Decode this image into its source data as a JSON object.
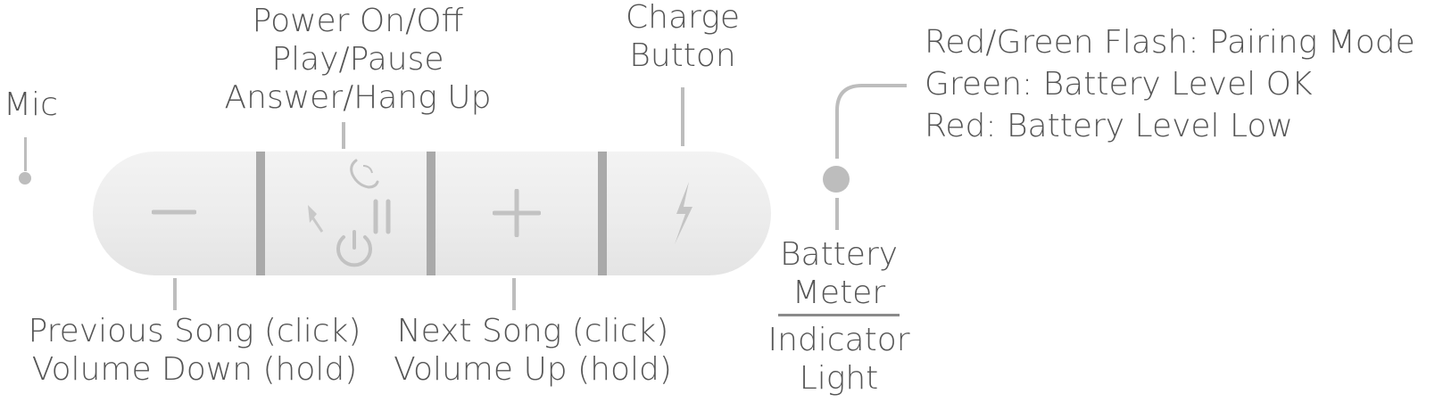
{
  "labels": {
    "mic": "Mic",
    "power": [
      "Power On/Off",
      "Play/Pause",
      "Answer/Hang Up"
    ],
    "charge": [
      "Charge",
      "Button"
    ],
    "indicator_states": [
      "Red/Green Flash: Pairing Mode",
      "Green: Battery Level OK",
      "Red: Battery Level Low"
    ],
    "previous": [
      "Previous Song (click)",
      "Volume Down (hold)"
    ],
    "next": [
      "Next Song (click)",
      "Volume Up (hold)"
    ],
    "battery_meter": [
      "Battery",
      "Meter"
    ],
    "indicator_light": [
      "Indicator",
      "Light"
    ]
  },
  "device": {
    "buttons": [
      {
        "name": "volume-down",
        "icon": "minus-icon"
      },
      {
        "name": "power-play-answer",
        "icon": "power-play-phone-icon"
      },
      {
        "name": "volume-up",
        "icon": "plus-icon"
      },
      {
        "name": "charge",
        "icon": "lightning-bolt-icon"
      }
    ]
  },
  "colors": {
    "text": "#555555",
    "leader_lines": "#bdbdbd",
    "device_body": "#eeeeee",
    "separators": "#a9a9a9",
    "icons": "#c2c2c2"
  }
}
